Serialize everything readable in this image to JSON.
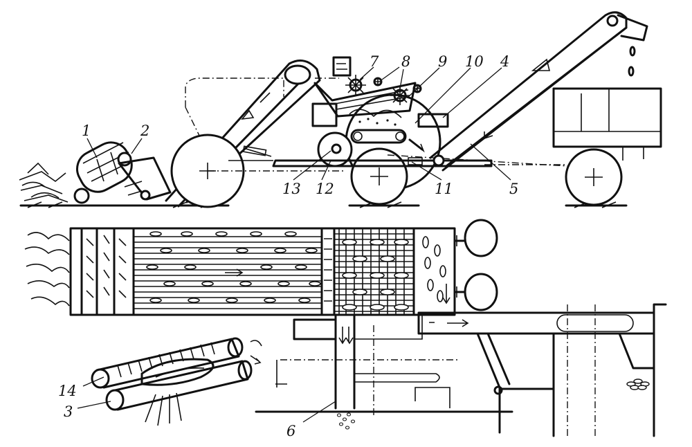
{
  "labels": [
    {
      "id": "1",
      "text": "1"
    },
    {
      "id": "2",
      "text": "2"
    },
    {
      "id": "3",
      "text": "3"
    },
    {
      "id": "4",
      "text": "4"
    },
    {
      "id": "5",
      "text": "5"
    },
    {
      "id": "6",
      "text": "6"
    },
    {
      "id": "7",
      "text": "7"
    },
    {
      "id": "8",
      "text": "8"
    },
    {
      "id": "9",
      "text": "9"
    },
    {
      "id": "10",
      "text": "10"
    },
    {
      "id": "11",
      "text": "11"
    },
    {
      "id": "12",
      "text": "12"
    },
    {
      "id": "13",
      "text": "13"
    },
    {
      "id": "14",
      "text": "14"
    }
  ],
  "colors": {
    "ink": "#111111",
    "paper": "#ffffff"
  }
}
